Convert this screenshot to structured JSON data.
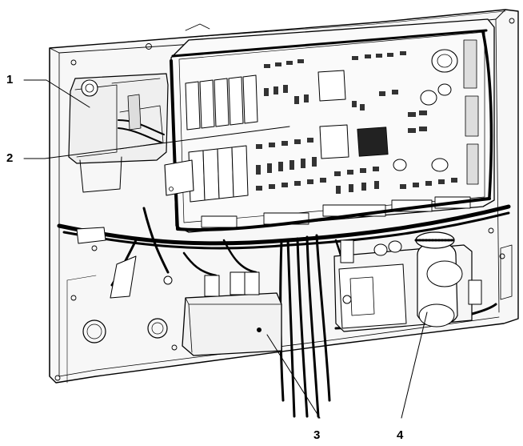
{
  "diagram": {
    "callouts": [
      {
        "id": "c1",
        "label": "1"
      },
      {
        "id": "c2",
        "label": "2"
      },
      {
        "id": "c3",
        "label": "3"
      },
      {
        "id": "c4",
        "label": "4"
      }
    ]
  }
}
